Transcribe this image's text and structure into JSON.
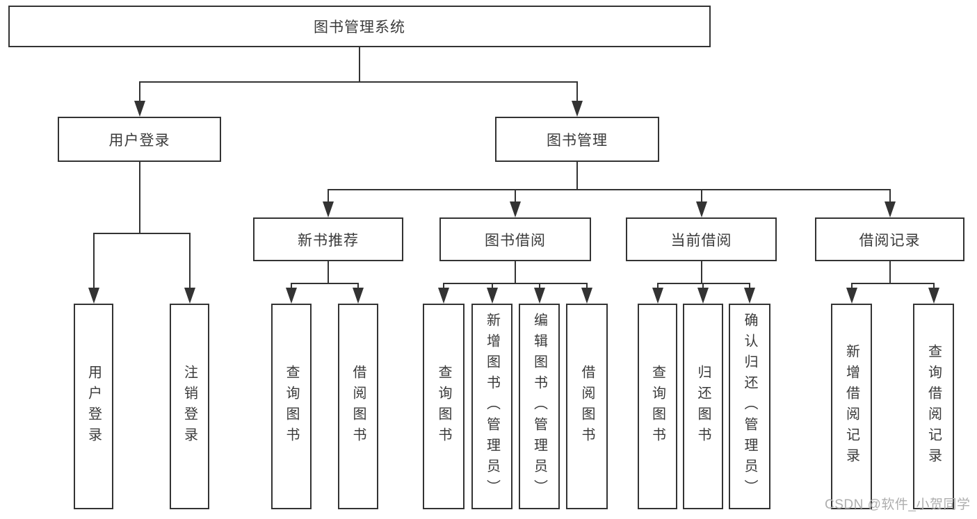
{
  "title": "图书管理系统",
  "watermark": "CSDN @软件_小贺同学",
  "colors": {
    "line": "#333333",
    "box_border": "#333333",
    "text": "#3a3a3a",
    "background": "#ffffff",
    "watermark": "#aeaeae"
  },
  "nodes": [
    {
      "id": "root",
      "label": "图书管理系统",
      "parent": null,
      "text_direction": "horizontal"
    },
    {
      "id": "user-login",
      "label": "用户登录",
      "parent": "root",
      "text_direction": "horizontal"
    },
    {
      "id": "book-mgmt",
      "label": "图书管理",
      "parent": "root",
      "text_direction": "horizontal"
    },
    {
      "id": "user-login-v",
      "label": "用户登录",
      "parent": "user-login",
      "text_direction": "vertical"
    },
    {
      "id": "logout-v",
      "label": "注销登录",
      "parent": "user-login",
      "text_direction": "vertical"
    },
    {
      "id": "new-book-rec",
      "label": "新书推荐",
      "parent": "book-mgmt",
      "text_direction": "horizontal"
    },
    {
      "id": "book-borrow",
      "label": "图书借阅",
      "parent": "book-mgmt",
      "text_direction": "horizontal"
    },
    {
      "id": "current-borrow",
      "label": "当前借阅",
      "parent": "book-mgmt",
      "text_direction": "horizontal"
    },
    {
      "id": "borrow-records",
      "label": "借阅记录",
      "parent": "book-mgmt",
      "text_direction": "horizontal"
    },
    {
      "id": "rec-query-book",
      "label": "查询图书",
      "parent": "new-book-rec",
      "text_direction": "vertical"
    },
    {
      "id": "rec-borrow-book",
      "label": "借阅图书",
      "parent": "new-book-rec",
      "text_direction": "vertical"
    },
    {
      "id": "bb-query-book",
      "label": "查询图书",
      "parent": "book-borrow",
      "text_direction": "vertical"
    },
    {
      "id": "bb-add-book",
      "label": "新增图书（管理员）",
      "parent": "book-borrow",
      "text_direction": "vertical"
    },
    {
      "id": "bb-edit-book",
      "label": "编辑图书（管理员）",
      "parent": "book-borrow",
      "text_direction": "vertical"
    },
    {
      "id": "bb-borrow-book",
      "label": "借阅图书",
      "parent": "book-borrow",
      "text_direction": "vertical"
    },
    {
      "id": "cb-query-book",
      "label": "查询图书",
      "parent": "current-borrow",
      "text_direction": "vertical"
    },
    {
      "id": "cb-return-book",
      "label": "归还图书",
      "parent": "current-borrow",
      "text_direction": "vertical"
    },
    {
      "id": "cb-confirm-return",
      "label": "确认归还（管理员）",
      "parent": "current-borrow",
      "text_direction": "vertical"
    },
    {
      "id": "br-add-record",
      "label": "新增借阅记录",
      "parent": "borrow-records",
      "text_direction": "vertical"
    },
    {
      "id": "br-query-record",
      "label": "查询借阅记录",
      "parent": "borrow-records",
      "text_direction": "vertical"
    }
  ]
}
